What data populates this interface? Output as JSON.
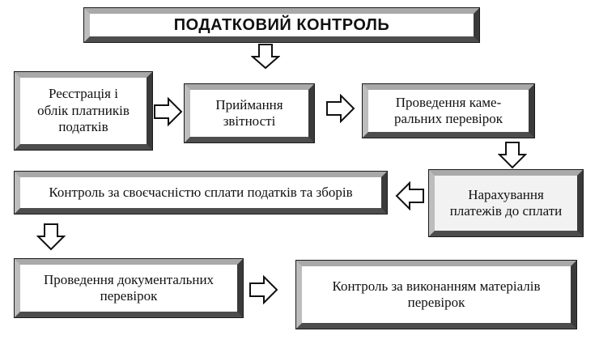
{
  "title": "ПОДАТКОВИЙ КОНТРОЛЬ",
  "boxes": {
    "registration": "Реєстрація і облік платників податків",
    "receiving_reports": "Приймання звітності",
    "desk_audits": "Проведення камеральних перевірок",
    "payment_accrual": "Нарахування платежів до сплати",
    "payment_timeliness": "Контроль за своєчасністю сплати податків та зборів",
    "documentary_audits": "Проведення документальних перевірок",
    "audit_materials_control": "Контроль за виконанням матеріалів перевірок"
  },
  "box_lines": {
    "registration": [
      "Реєстрація і",
      "облік платників",
      "податків"
    ],
    "receiving_reports": [
      "Приймання",
      "звітності"
    ],
    "desk_audits": [
      "Проведення каме-",
      "ральних перевірок"
    ],
    "payment_accrual": [
      "Нарахування",
      "платежів до сплати"
    ],
    "documentary_audits": [
      "Проведення документальних",
      "перевірок"
    ],
    "audit_materials_control": [
      "Контроль за виконанням матеріалів",
      "перевірок"
    ]
  }
}
